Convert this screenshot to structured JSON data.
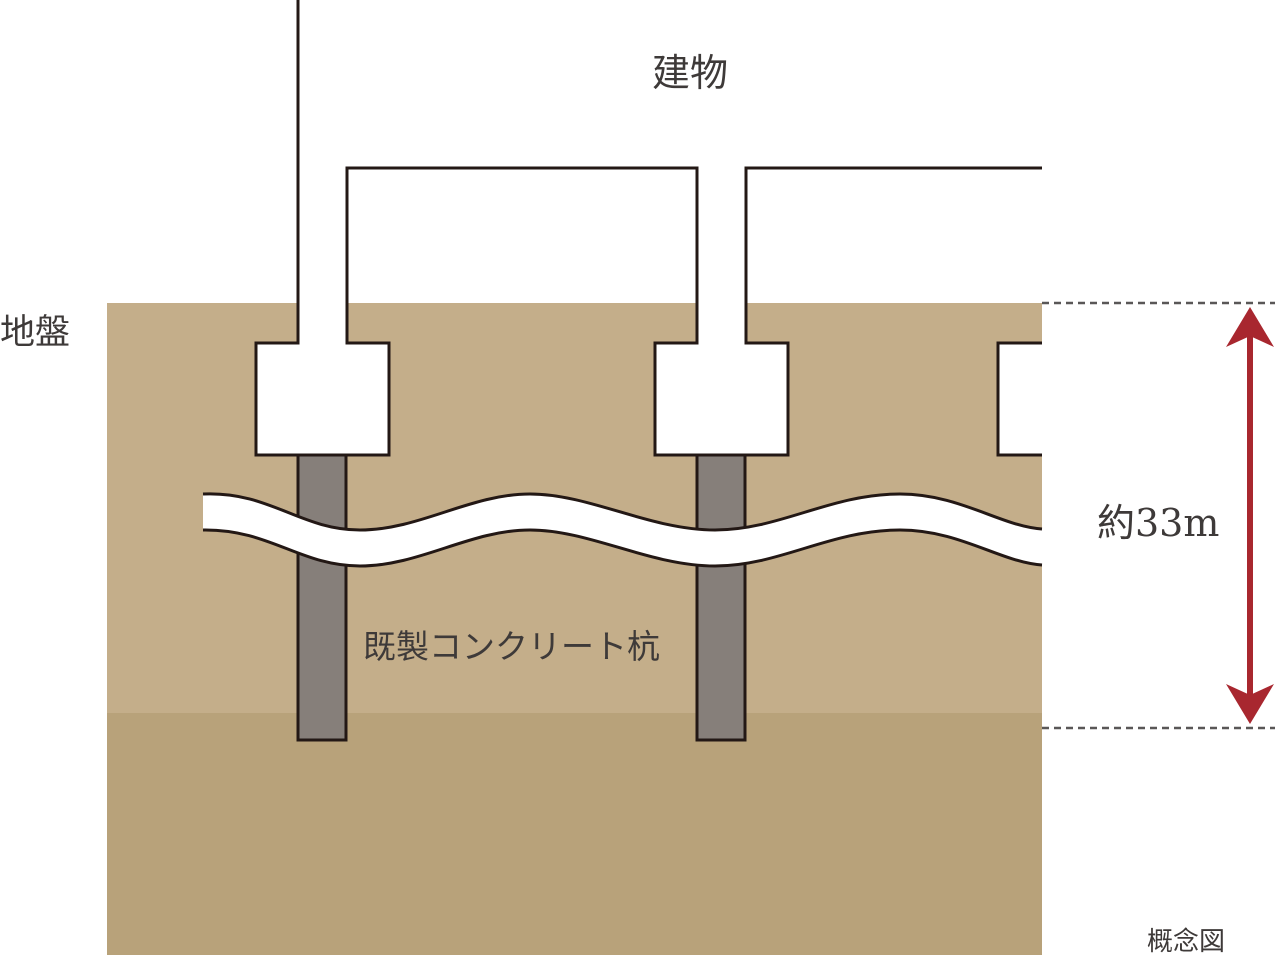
{
  "labels": {
    "building": "建物",
    "ground": "地盤",
    "pile": "既製コンクリート杭",
    "depth": "約33m",
    "note": "概念図"
  },
  "colors": {
    "ground_upper": "#c4ae8a",
    "ground_lower": "#b8a27a",
    "pile": "#867f7a",
    "outline": "#231815",
    "arrow": "#a8272f",
    "dashed": "#595757",
    "text": "#3e3a39"
  }
}
